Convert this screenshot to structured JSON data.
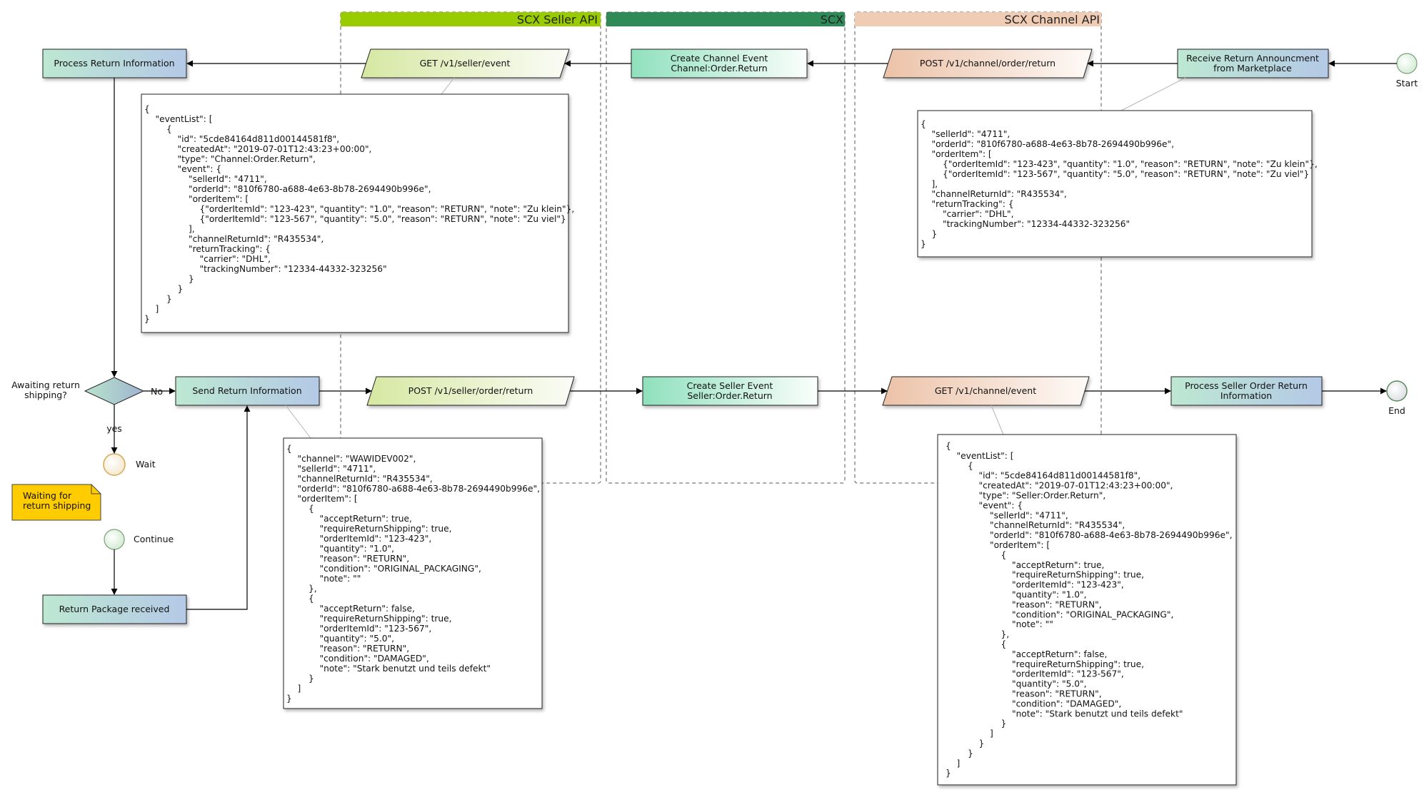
{
  "lanes": {
    "seller_api": {
      "title": "SCX Seller API",
      "color": "#99cc00"
    },
    "scx": {
      "title": "SCX",
      "color": "#2e8b57"
    },
    "channel_api": {
      "title": "SCX Channel API",
      "color": "#f0ccb4"
    }
  },
  "events": {
    "start": "Start",
    "end": "End",
    "wait": "Wait",
    "continue": "Continue"
  },
  "gateway": {
    "label_line1": "Awaiting return",
    "label_line2": "shipping?",
    "no": "No",
    "yes": "yes"
  },
  "nodes": {
    "process_return_info": "Process Return Information",
    "get_seller_event": "GET /v1/seller/event",
    "create_channel_event_l1": "Create Channel Event",
    "create_channel_event_l2": "Channel:Order.Return",
    "post_channel_return": "POST /v1/channel/order/return",
    "receive_announcement_l1": "Receive Return Announcment",
    "receive_announcement_l2": "from Marketplace",
    "send_return_info": "Send Return Information",
    "post_seller_return": "POST /v1/seller/order/return",
    "create_seller_event_l1": "Create Seller Event",
    "create_seller_event_l2": "Seller:Order.Return",
    "get_channel_event": "GET /v1/channel/event",
    "process_seller_return_l1": "Process Seller Order Return",
    "process_seller_return_l2": "Information",
    "return_package_received": "Return Package received"
  },
  "sticky_note": {
    "line1": "Waiting for",
    "line2": "return shipping",
    "color": "#ffcc00"
  },
  "json_boxes": {
    "seller_event_list": [
      "{",
      "    \"eventList\": [",
      "        {",
      "            \"id\": \"5cde84164d811d00144581f8\",",
      "            \"createdAt\": \"2019-07-01T12:43:23+00:00\",",
      "            \"type\": \"Channel:Order.Return\",",
      "            \"event\": {",
      "                \"sellerId\": \"4711\",",
      "                \"orderId\": \"810f6780-a688-4e63-8b78-2694490b996e\",",
      "                \"orderItem\": [",
      "                    {\"orderItemId\": \"123-423\", \"quantity\": \"1.0\", \"reason\": \"RETURN\", \"note\": \"Zu klein\"},",
      "                    {\"orderItemId\": \"123-567\", \"quantity\": \"5.0\", \"reason\": \"RETURN\", \"note\": \"Zu viel\"}",
      "                ],",
      "                \"channelReturnId\": \"R435534\",",
      "                \"returnTracking\": {",
      "                    \"carrier\": \"DHL\",",
      "                    \"trackingNumber\": \"12334-44332-323256\"",
      "                }",
      "            }",
      "        }",
      "    ]",
      "}"
    ],
    "channel_return_post": [
      "{",
      "    \"sellerId\": \"4711\",",
      "    \"orderId\": \"810f6780-a688-4e63-8b78-2694490b996e\",",
      "    \"orderItem\": [",
      "        {\"orderItemId\": \"123-423\", \"quantity\": \"1.0\", \"reason\": \"RETURN\", \"note\": \"Zu klein\"},",
      "        {\"orderItemId\": \"123-567\", \"quantity\": \"5.0\", \"reason\": \"RETURN\", \"note\": \"Zu viel\"}",
      "    ],",
      "    \"channelReturnId\": \"R435534\",",
      "    \"returnTracking\": {",
      "        \"carrier\": \"DHL\",",
      "        \"trackingNumber\": \"12334-44332-323256\"",
      "    }",
      "}"
    ],
    "seller_return_post": [
      "{",
      "    \"channel\": \"WAWIDEV002\",",
      "    \"sellerId\": \"4711\",",
      "    \"channelReturnId\": \"R435534\",",
      "    \"orderId\": \"810f6780-a688-4e63-8b78-2694490b996e\",",
      "    \"orderItem\": [",
      "        {",
      "            \"acceptReturn\": true,",
      "            \"requireReturnShipping\": true,",
      "            \"orderItemId\": \"123-423\",",
      "            \"quantity\": \"1.0\",",
      "            \"reason\": \"RETURN\",",
      "            \"condition\": \"ORIGINAL_PACKAGING\",",
      "            \"note\": \"\"",
      "        },",
      "        {",
      "            \"acceptReturn\": false,",
      "            \"requireReturnShipping\": true,",
      "            \"orderItemId\": \"123-567\",",
      "            \"quantity\": \"5.0\",",
      "            \"reason\": \"RETURN\",",
      "            \"condition\": \"DAMAGED\",",
      "            \"note\": \"Stark benutzt und teils defekt\"",
      "        }",
      "    ]",
      "}"
    ],
    "channel_event_list": [
      "{",
      "    \"eventList\": [",
      "        {",
      "            \"id\": \"5cde84164d811d00144581f8\",",
      "            \"createdAt\": \"2019-07-01T12:43:23+00:00\",",
      "            \"type\": \"Seller:Order.Return\",",
      "            \"event\": {",
      "                \"sellerId\": \"4711\",",
      "                \"channelReturnId\": \"R435534\",",
      "                \"orderId\": \"810f6780-a688-4e63-8b78-2694490b996e\",",
      "                \"orderItem\": [",
      "                    {",
      "                        \"acceptReturn\": true,",
      "                        \"requireReturnShipping\": true,",
      "                        \"orderItemId\": \"123-423\",",
      "                        \"quantity\": \"1.0\",",
      "                        \"reason\": \"RETURN\",",
      "                        \"condition\": \"ORIGINAL_PACKAGING\",",
      "                        \"note\": \"\"",
      "                    },",
      "                    {",
      "                        \"acceptReturn\": false,",
      "                        \"requireReturnShipping\": true,",
      "                        \"orderItemId\": \"123-567\",",
      "                        \"quantity\": \"5.0\",",
      "                        \"reason\": \"RETURN\",",
      "                        \"condition\": \"DAMAGED\",",
      "                        \"note\": \"Stark benutzt und teils defekt\"",
      "                    }",
      "                ]",
      "            }",
      "        }",
      "    ]",
      "}"
    ]
  }
}
